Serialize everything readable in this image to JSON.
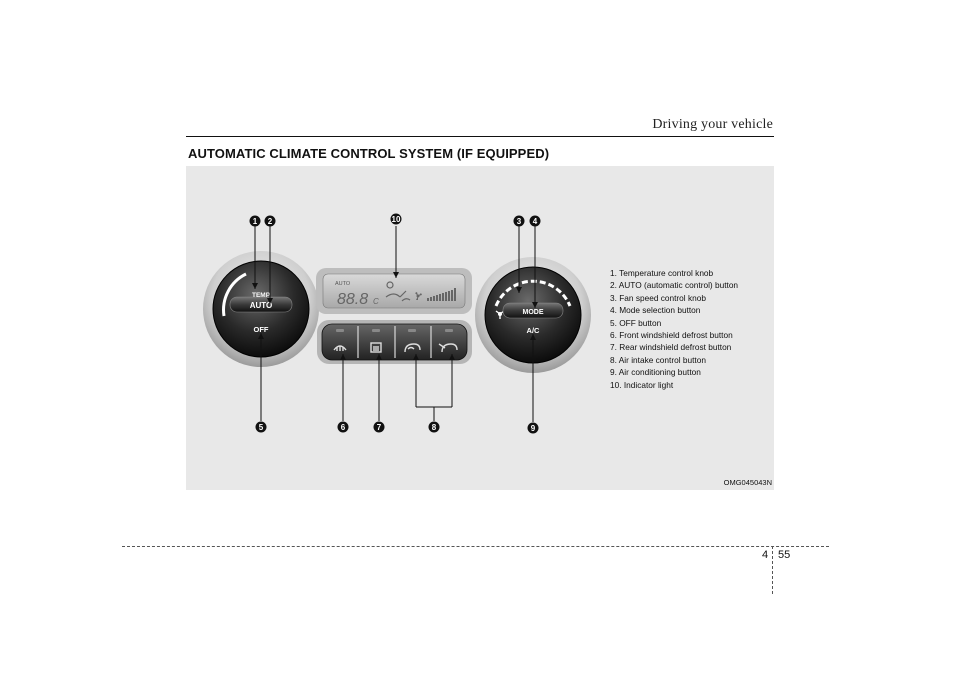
{
  "header": {
    "title": "Driving your vehicle"
  },
  "section": {
    "title": "AUTOMATIC CLIMATE CONTROL SYSTEM (IF EQUIPPED)"
  },
  "figure": {
    "code": "OMG045043N",
    "panel_labels": {
      "temp": "TEMP",
      "auto": "AUTO",
      "off": "OFF",
      "mode": "MODE",
      "ac": "A/C",
      "display_auto": "AUTO",
      "display_digits": "88.8",
      "display_unit": "C"
    },
    "callouts": [
      "1",
      "2",
      "3",
      "4",
      "5",
      "6",
      "7",
      "8",
      "9",
      "10"
    ],
    "legend": [
      "1. Temperature control knob",
      "2. AUTO (automatic control) button",
      "3. Fan speed control knob",
      "4. Mode selection button",
      "5. OFF button",
      "6. Front windshield defrost button",
      "7. Rear windshield defrost button",
      "8. Air intake control button",
      "9. Air conditioning button",
      "10. Indicator light"
    ]
  },
  "footer": {
    "chapter": "4",
    "page": "55"
  }
}
